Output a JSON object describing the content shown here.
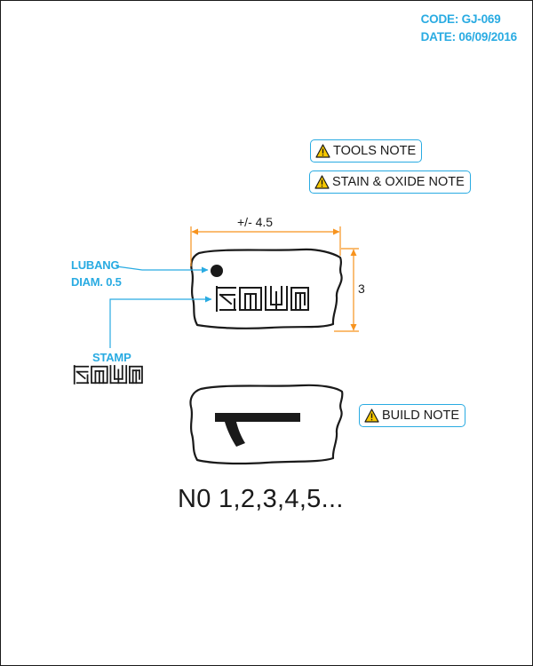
{
  "header": {
    "code": "CODE: GJ-069",
    "date": "DATE: 06/09/2016"
  },
  "notes": {
    "tools": "TOOLS NOTE",
    "stain_oxide": "STAIN & OXIDE NOTE",
    "build": "BUILD NOTE"
  },
  "callouts": {
    "hole_line1": "LUBANG",
    "hole_line2": "DIAM. 0.5",
    "stamp": "STAMP"
  },
  "dimensions": {
    "width": "+/- 4.5",
    "height": "3"
  },
  "numbering_text": "N0 1,2,3,4,5...",
  "colors": {
    "accent": "#29abe2",
    "dimension": "#f7931e",
    "ink": "#1a1a1a",
    "warning": "#f7c800"
  },
  "icons": {
    "note_icon": "warning-triangle-icon"
  }
}
